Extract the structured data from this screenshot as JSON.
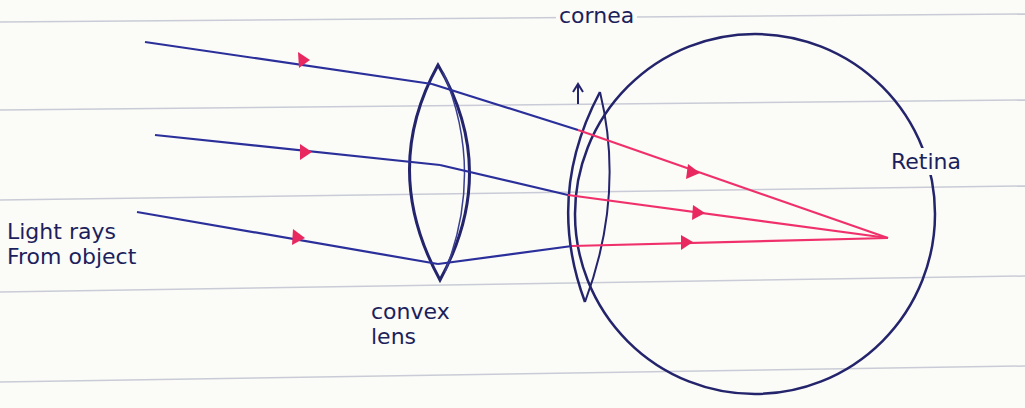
{
  "diagram": {
    "labels": [
      "cornea",
      "Retina",
      "Light rays From object",
      "convex lens"
    ]
  }
}
